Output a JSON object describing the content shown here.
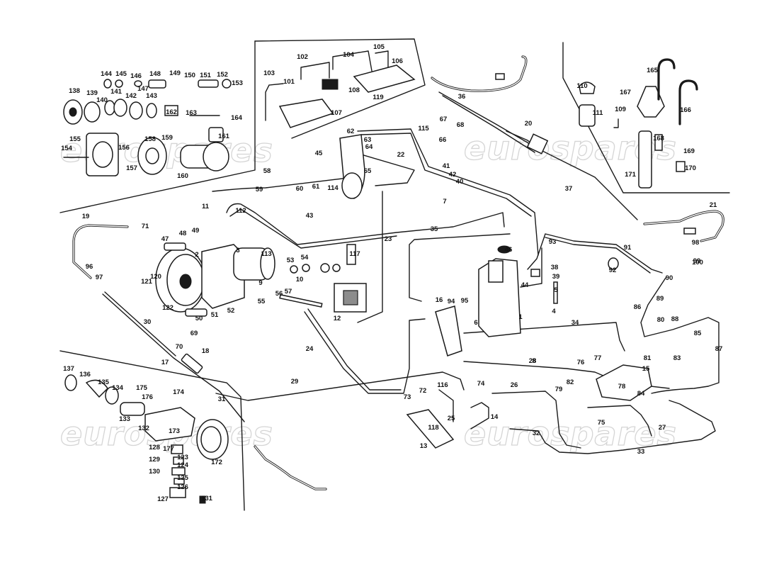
{
  "watermark": {
    "text": "eurospares",
    "color": "#c8c8c8"
  },
  "colors": {
    "line": "#1a1a1a",
    "background": "#ffffff"
  },
  "part_numbers": [
    "1",
    "2",
    "3",
    "4",
    "5",
    "6",
    "7",
    "8",
    "9",
    "10",
    "11",
    "12",
    "13",
    "14",
    "15",
    "16",
    "17",
    "18",
    "19",
    "20",
    "21",
    "22",
    "23",
    "24",
    "25",
    "26",
    "27",
    "28",
    "29",
    "30",
    "31",
    "32",
    "33",
    "34",
    "35",
    "36",
    "37",
    "38",
    "39",
    "40",
    "41",
    "42",
    "43",
    "44",
    "45",
    "46",
    "47",
    "48",
    "49",
    "50",
    "51",
    "52",
    "53",
    "54",
    "55",
    "56",
    "57",
    "58",
    "59",
    "60",
    "61",
    "62",
    "63",
    "64",
    "65",
    "66",
    "67",
    "68",
    "69",
    "70",
    "71",
    "72",
    "73",
    "74",
    "75",
    "76",
    "77",
    "78",
    "79",
    "80",
    "81",
    "82",
    "83",
    "84",
    "85",
    "86",
    "87",
    "88",
    "89",
    "90",
    "91",
    "92",
    "93",
    "94",
    "95",
    "96",
    "97",
    "98",
    "99",
    "100",
    "101",
    "102",
    "103",
    "104",
    "105",
    "106",
    "107",
    "108",
    "109",
    "110",
    "111",
    "112",
    "113",
    "114",
    "115",
    "116",
    "117",
    "118",
    "119",
    "120",
    "121",
    "122",
    "123",
    "124",
    "125",
    "126",
    "127",
    "128",
    "129",
    "130",
    "131",
    "132",
    "133",
    "134",
    "135",
    "136",
    "137",
    "138",
    "139",
    "140",
    "141",
    "142",
    "143",
    "144",
    "145",
    "146",
    "147",
    "148",
    "149",
    "150",
    "151",
    "152",
    "153",
    "154",
    "155",
    "156",
    "157",
    "158",
    "159",
    "160",
    "161",
    "162",
    "163",
    "164",
    "165",
    "166",
    "167",
    "168",
    "169",
    "170",
    "171",
    "172",
    "173",
    "174",
    "175",
    "176",
    "177"
  ]
}
